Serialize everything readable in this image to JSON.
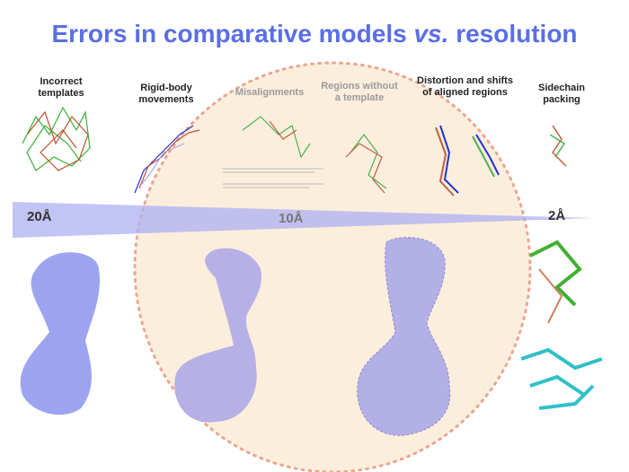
{
  "title": {
    "main": "Errors in comparative models ",
    "italic": "vs.",
    "end": " resolution"
  },
  "categories": [
    {
      "label": "Incorrect templates"
    },
    {
      "label": "Rigid-body movements"
    },
    {
      "label": "Misalignments"
    },
    {
      "label": "Regions without a template"
    },
    {
      "label": "Distortion and shifts of aligned regions"
    },
    {
      "label": "Sidechain packing"
    }
  ],
  "resolution_scale": {
    "left": "20Å",
    "middle": "10Å",
    "right": "2Å"
  },
  "colors": {
    "title": "#5a6ee6",
    "wedge": "#aeb0f2",
    "ellipse_fill": "#fbeedd",
    "ellipse_border": "#eaa790",
    "density": "#aaaaee"
  }
}
